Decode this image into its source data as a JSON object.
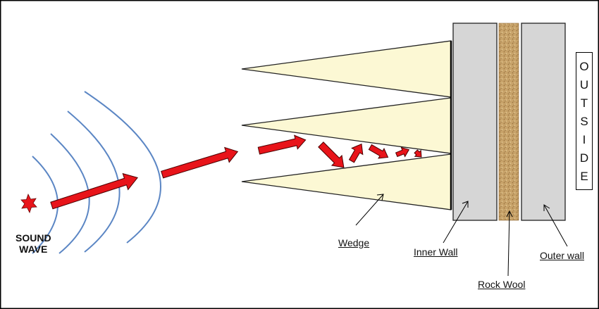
{
  "labels": {
    "sound_wave": [
      "SOUND",
      "WAVE"
    ],
    "wedge": "Wedge",
    "inner_wall": "Inner Wall",
    "rock_wool": "Rock Wool",
    "outer_wall": "Outer wall",
    "outside_letters": [
      "O",
      "U",
      "T",
      "S",
      "I",
      "D",
      "E"
    ]
  },
  "colors": {
    "wedge_fill": "#fcf8d4",
    "wall_fill": "#d6d6d6",
    "rock_wool_fill": "#c8a36a",
    "arc_stroke": "#5b86c4",
    "arrow_fill": "#e8141a",
    "frame": "#000000"
  },
  "icons": {
    "source": "star-burst-icon",
    "direction": "red-arrow-icon"
  }
}
